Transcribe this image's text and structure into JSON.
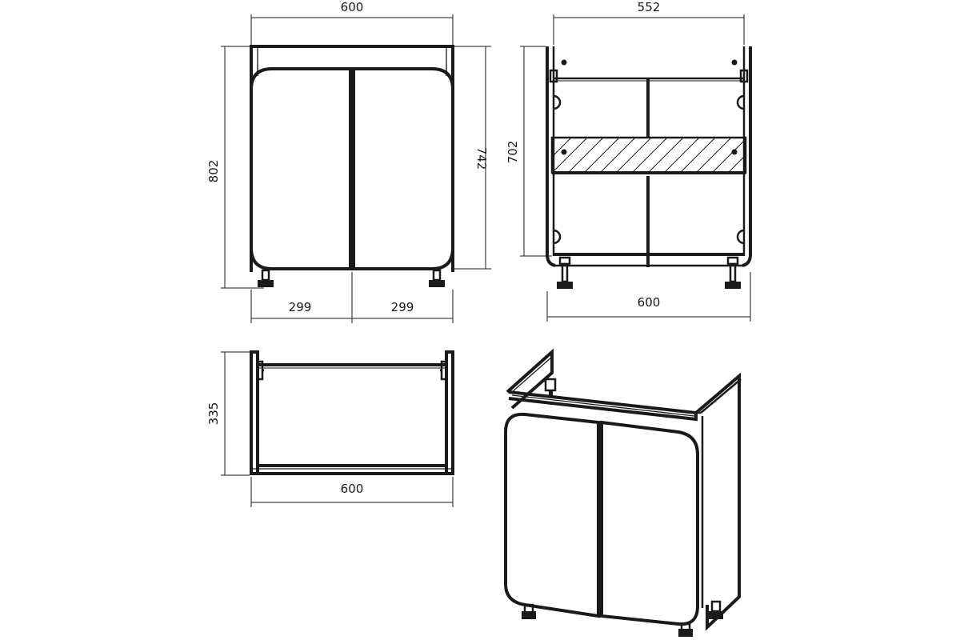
{
  "dimensions": {
    "front_width": "600",
    "front_height": "802",
    "front_door_height": "742",
    "front_door_left": "299",
    "front_door_right": "299",
    "back_inner_width": "552",
    "back_inner_height": "702",
    "back_width": "600",
    "top_depth": "335",
    "top_width": "600"
  }
}
